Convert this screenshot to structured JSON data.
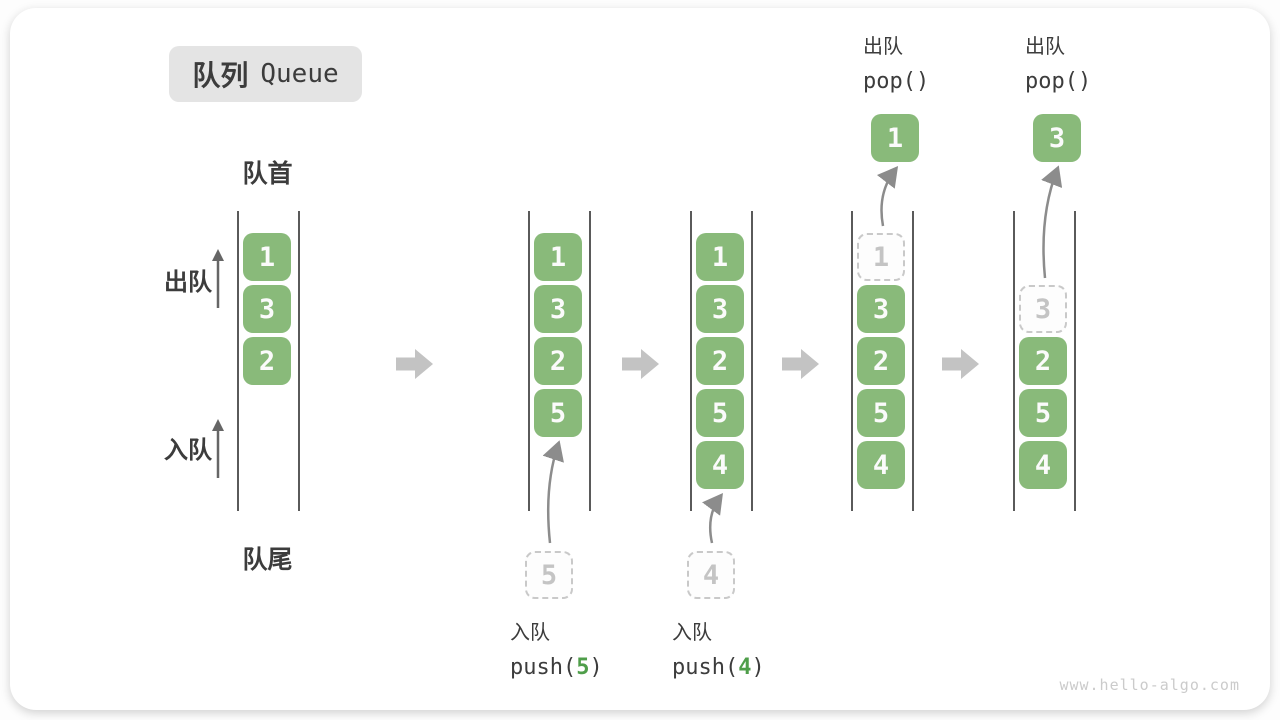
{
  "title": {
    "zh": "队列",
    "en": "Queue"
  },
  "labels": {
    "front": "队首",
    "rear": "队尾",
    "dequeue": "出队",
    "enqueue": "入队"
  },
  "watermark": "www.hello-algo.com",
  "colors": {
    "box_green": "#89ba7a",
    "box_text": "#fbfbfb",
    "accent_green": "#4f9e4a",
    "dashed_border": "#c9c9c9",
    "dashed_text": "#c4c4c4",
    "step_arrow": "#c3c3c3",
    "flow_arrow": "#8c8c8c",
    "wall_line": "#5a5a5a",
    "text_dark": "#3c3c3c",
    "title_bg": "#e4e4e4",
    "watermark_color": "#cbcbcb"
  },
  "states": [
    {
      "boxes": [
        {
          "value": "1",
          "slot": 0,
          "style": "solid"
        },
        {
          "value": "3",
          "slot": 1,
          "style": "solid"
        },
        {
          "value": "2",
          "slot": 2,
          "style": "solid"
        }
      ]
    },
    {
      "boxes": [
        {
          "value": "1",
          "slot": 0,
          "style": "solid"
        },
        {
          "value": "3",
          "slot": 1,
          "style": "solid"
        },
        {
          "value": "2",
          "slot": 2,
          "style": "solid"
        },
        {
          "value": "5",
          "slot": 3,
          "style": "solid"
        }
      ],
      "enqueue": {
        "value": "5",
        "label": "入队",
        "code_prefix": "push(",
        "code_arg": "5",
        "code_suffix": ")"
      }
    },
    {
      "boxes": [
        {
          "value": "1",
          "slot": 0,
          "style": "solid"
        },
        {
          "value": "3",
          "slot": 1,
          "style": "solid"
        },
        {
          "value": "2",
          "slot": 2,
          "style": "solid"
        },
        {
          "value": "5",
          "slot": 3,
          "style": "solid"
        },
        {
          "value": "4",
          "slot": 4,
          "style": "solid"
        }
      ],
      "enqueue": {
        "value": "4",
        "label": "入队",
        "code_prefix": "push(",
        "code_arg": "4",
        "code_suffix": ")"
      }
    },
    {
      "boxes": [
        {
          "value": "1",
          "slot": 0,
          "style": "dashed"
        },
        {
          "value": "3",
          "slot": 1,
          "style": "solid"
        },
        {
          "value": "2",
          "slot": 2,
          "style": "solid"
        },
        {
          "value": "5",
          "slot": 3,
          "style": "solid"
        },
        {
          "value": "4",
          "slot": 4,
          "style": "solid"
        }
      ],
      "dequeue": {
        "value": "1",
        "label": "出队",
        "code": "pop()",
        "from_slot": 0
      }
    },
    {
      "boxes": [
        {
          "value": "3",
          "slot": 1,
          "style": "dashed"
        },
        {
          "value": "2",
          "slot": 2,
          "style": "solid"
        },
        {
          "value": "5",
          "slot": 3,
          "style": "solid"
        },
        {
          "value": "4",
          "slot": 4,
          "style": "solid"
        }
      ],
      "dequeue": {
        "value": "3",
        "label": "出队",
        "code": "pop()",
        "from_slot": 1
      }
    }
  ]
}
